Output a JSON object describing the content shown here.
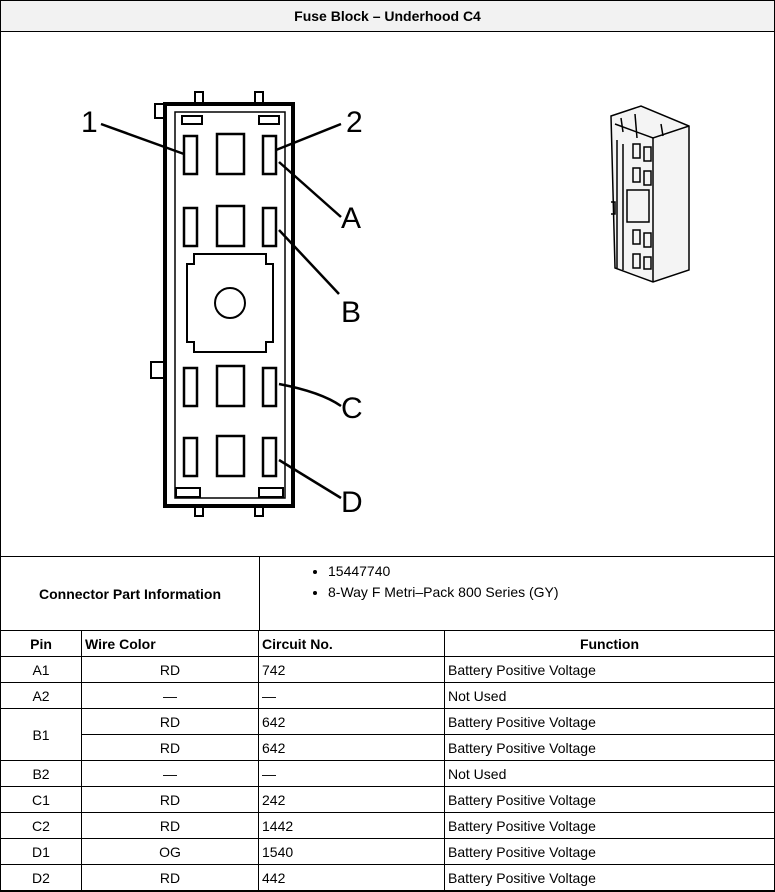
{
  "title": "Fuse Block – Underhood C4",
  "callouts": {
    "c1": "1",
    "c2": "2",
    "a": "A",
    "b": "B",
    "c": "C",
    "d": "D"
  },
  "connector": {
    "label": "Connector Part Information",
    "parts": [
      "15447740",
      "8-Way F Metri–Pack 800 Series (GY)"
    ]
  },
  "table": {
    "headers": {
      "pin": "Pin",
      "wire_color": "Wire Color",
      "circuit": "Circuit No.",
      "function": "Function"
    },
    "rows": [
      {
        "pin": "A1",
        "color": "RD",
        "circuit": "742",
        "function": "Battery Positive Voltage"
      },
      {
        "pin": "A2",
        "color": "—",
        "circuit": "—",
        "function": "Not Used"
      },
      {
        "pin": "B1",
        "color": "RD",
        "circuit": "642",
        "function": "Battery Positive Voltage"
      },
      {
        "pin": "",
        "color": "RD",
        "circuit": "642",
        "function": "Battery Positive Voltage"
      },
      {
        "pin": "B2",
        "color": "—",
        "circuit": "—",
        "function": "Not Used"
      },
      {
        "pin": "C1",
        "color": "RD",
        "circuit": "242",
        "function": "Battery Positive Voltage"
      },
      {
        "pin": "C2",
        "color": "RD",
        "circuit": "1442",
        "function": "Battery Positive Voltage"
      },
      {
        "pin": "D1",
        "color": "OG",
        "circuit": "1540",
        "function": "Battery Positive Voltage"
      },
      {
        "pin": "D2",
        "color": "RD",
        "circuit": "442",
        "function": "Battery Positive Voltage"
      }
    ]
  }
}
